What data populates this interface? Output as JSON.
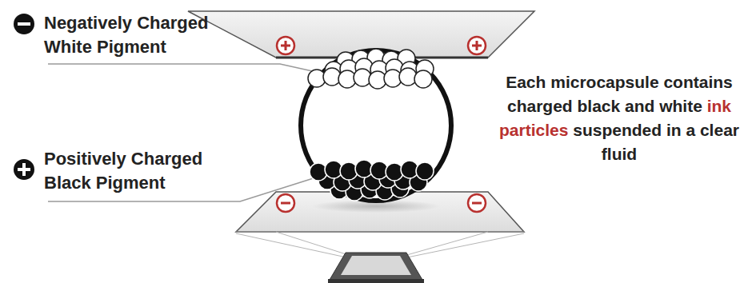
{
  "diagram": {
    "labels": [
      "Negatively Charged White Pigment",
      "Positively Charged Black Pigment",
      "Each microcapsule contains charged black and white",
      "ink particles",
      "suspended in a clear fluid"
    ]
  }
}
